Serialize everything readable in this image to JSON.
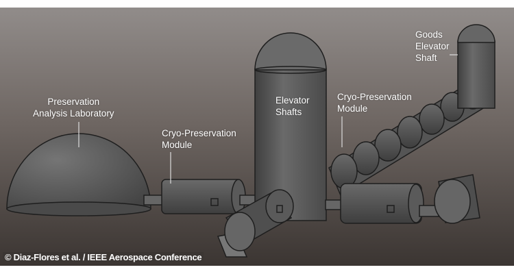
{
  "labels": {
    "lab": [
      "Preservation",
      "Analysis Laboratory"
    ],
    "cryo_left": [
      "Cryo-Preservation",
      "Module"
    ],
    "elevator": [
      "Elevator",
      "Shafts"
    ],
    "cryo_right": [
      "Cryo-Preservation",
      "Module"
    ],
    "goods": [
      "Goods",
      "Elevator",
      "Shaft"
    ]
  },
  "credit": "© Diaz-Flores et al. / IEEE Aerospace Conference",
  "colors": {
    "sky_top": "#908b89",
    "ground": "#3e3835",
    "structure": "#5e5e5e",
    "outline": "#1e1e1e"
  }
}
